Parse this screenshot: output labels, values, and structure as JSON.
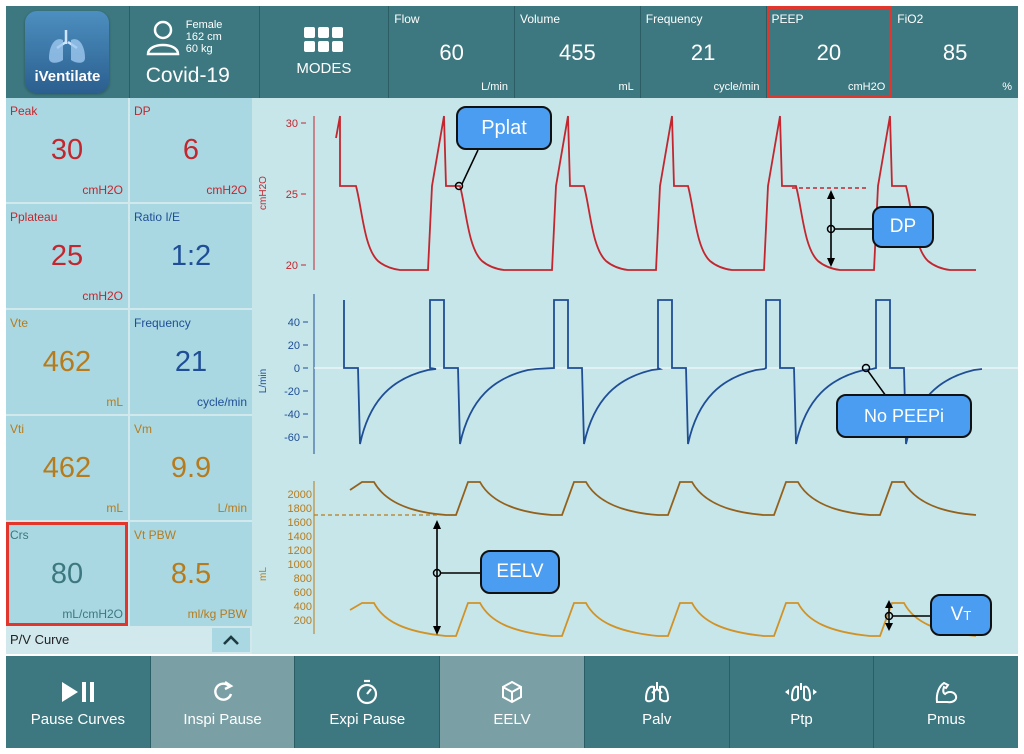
{
  "app": {
    "logo_text": "iVentilate"
  },
  "patient": {
    "sex": "Female",
    "height": "162 cm",
    "weight": "60 kg",
    "name": "Covid-19"
  },
  "modes": {
    "label": "MODES"
  },
  "params": [
    {
      "label": "Flow",
      "value": "60",
      "unit": "L/min",
      "selected": false
    },
    {
      "label": "Volume",
      "value": "455",
      "unit": "mL",
      "selected": false
    },
    {
      "label": "Frequency",
      "value": "21",
      "unit": "cycle/min",
      "selected": false
    },
    {
      "label": "PEEP",
      "value": "20",
      "unit": "cmH2O",
      "selected": true
    },
    {
      "label": "FiO2",
      "value": "85",
      "unit": "%",
      "selected": false
    }
  ],
  "monitor": [
    {
      "label": "Peak",
      "value": "30",
      "unit": "cmH2O",
      "color": "red"
    },
    {
      "label": "DP",
      "value": "6",
      "unit": "cmH2O",
      "color": "red"
    },
    {
      "label": "Pplateau",
      "value": "25",
      "unit": "cmH2O",
      "color": "red"
    },
    {
      "label": "Ratio I/E",
      "value": "1:2",
      "unit": "",
      "color": "blue"
    },
    {
      "label": "Vte",
      "value": "462",
      "unit": "mL",
      "color": "gold"
    },
    {
      "label": "Frequency",
      "value": "21",
      "unit": "cycle/min",
      "color": "blue"
    },
    {
      "label": "Vti",
      "value": "462",
      "unit": "mL",
      "color": "gold"
    },
    {
      "label": "Vm",
      "value": "9.9",
      "unit": "L/min",
      "color": "gold"
    },
    {
      "label": "Crs",
      "value": "80",
      "unit": "mL/cmH2O",
      "color": "teal",
      "selected": true
    },
    {
      "label": "Vt PBW",
      "value": "8.5",
      "unit": "ml/kg PBW",
      "color": "gold"
    }
  ],
  "pv_curve": {
    "label": "P/V Curve"
  },
  "graphs": {
    "pressure": {
      "axis_label": "cmH2O",
      "ticks": [
        "30",
        "25",
        "20"
      ],
      "color": "#c3262e"
    },
    "flow": {
      "axis_label": "L/min",
      "ticks": [
        "40",
        "20",
        "0",
        "-20",
        "-40",
        "-60"
      ],
      "color": "#1f4e96"
    },
    "volume": {
      "axis_label": "mL",
      "ticks": [
        "2000",
        "1800",
        "1600",
        "1400",
        "1200",
        "1000",
        "800",
        "600",
        "400",
        "200"
      ],
      "color": "#b77b1c"
    }
  },
  "annotations": {
    "pplat": "Pplat",
    "dp": "DP",
    "no_peepi": "No PEEPi",
    "eelv": "EELV",
    "vt": "VT"
  },
  "toolbar": [
    {
      "label": "Pause Curves",
      "icon": "play-pause-icon",
      "active": false
    },
    {
      "label": "Inspi Pause",
      "icon": "refresh-icon",
      "active": true
    },
    {
      "label": "Expi Pause",
      "icon": "stopwatch-icon",
      "active": false
    },
    {
      "label": "EELV",
      "icon": "cube-icon",
      "active": true
    },
    {
      "label": "Palv",
      "icon": "lungs-icon",
      "active": false
    },
    {
      "label": "Ptp",
      "icon": "lungs-arrows-icon",
      "active": false
    },
    {
      "label": "Pmus",
      "icon": "muscle-icon",
      "active": false
    }
  ],
  "colors": {
    "header": "#3d7880",
    "panel": "#a9d8e2",
    "graph_bg": "#c6e6ea",
    "callout": "#4a9df0",
    "highlight": "#e2362d"
  }
}
